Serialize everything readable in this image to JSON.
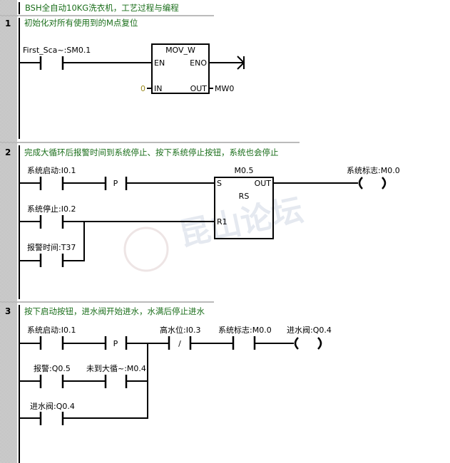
{
  "title": "BSH全自动10KG洗衣机，工艺过程与编程",
  "watermark": "昆山论坛",
  "networks": [
    {
      "number": "1",
      "comment": "初始化对所有使用到的M点复位",
      "contact": "First_Sca~:SM0.1",
      "box": {
        "name": "MOV_W",
        "en": "EN",
        "eno": "ENO",
        "in": "IN",
        "out": "OUT",
        "in_value": "0",
        "out_value": "MW0"
      }
    },
    {
      "number": "2",
      "comment": "完成大循环后报警时间到系统停止、按下系统停止按钮，系统也会停止",
      "contacts": [
        "系统启动:I0.1",
        "系统停止:I0.2",
        "报警时间:T37"
      ],
      "p_label": "P",
      "box": {
        "addr": "M0.5",
        "name": "RS",
        "s": "S",
        "r1": "R1",
        "out": "OUT"
      },
      "coil": "系统标志:M0.0"
    },
    {
      "number": "3",
      "comment": "按下启动按钮，进水阀开始进水，水满后停止进水",
      "contacts": [
        "系统启动:I0.1",
        "报警:Q0.5",
        "未到大循~:M0.4",
        "进水阀:Q0.4",
        "高水位:I0.3",
        "系统标志:M0.0"
      ],
      "p_label": "P",
      "nc_mark": "/",
      "coil": "进水阀:Q0.4"
    }
  ]
}
